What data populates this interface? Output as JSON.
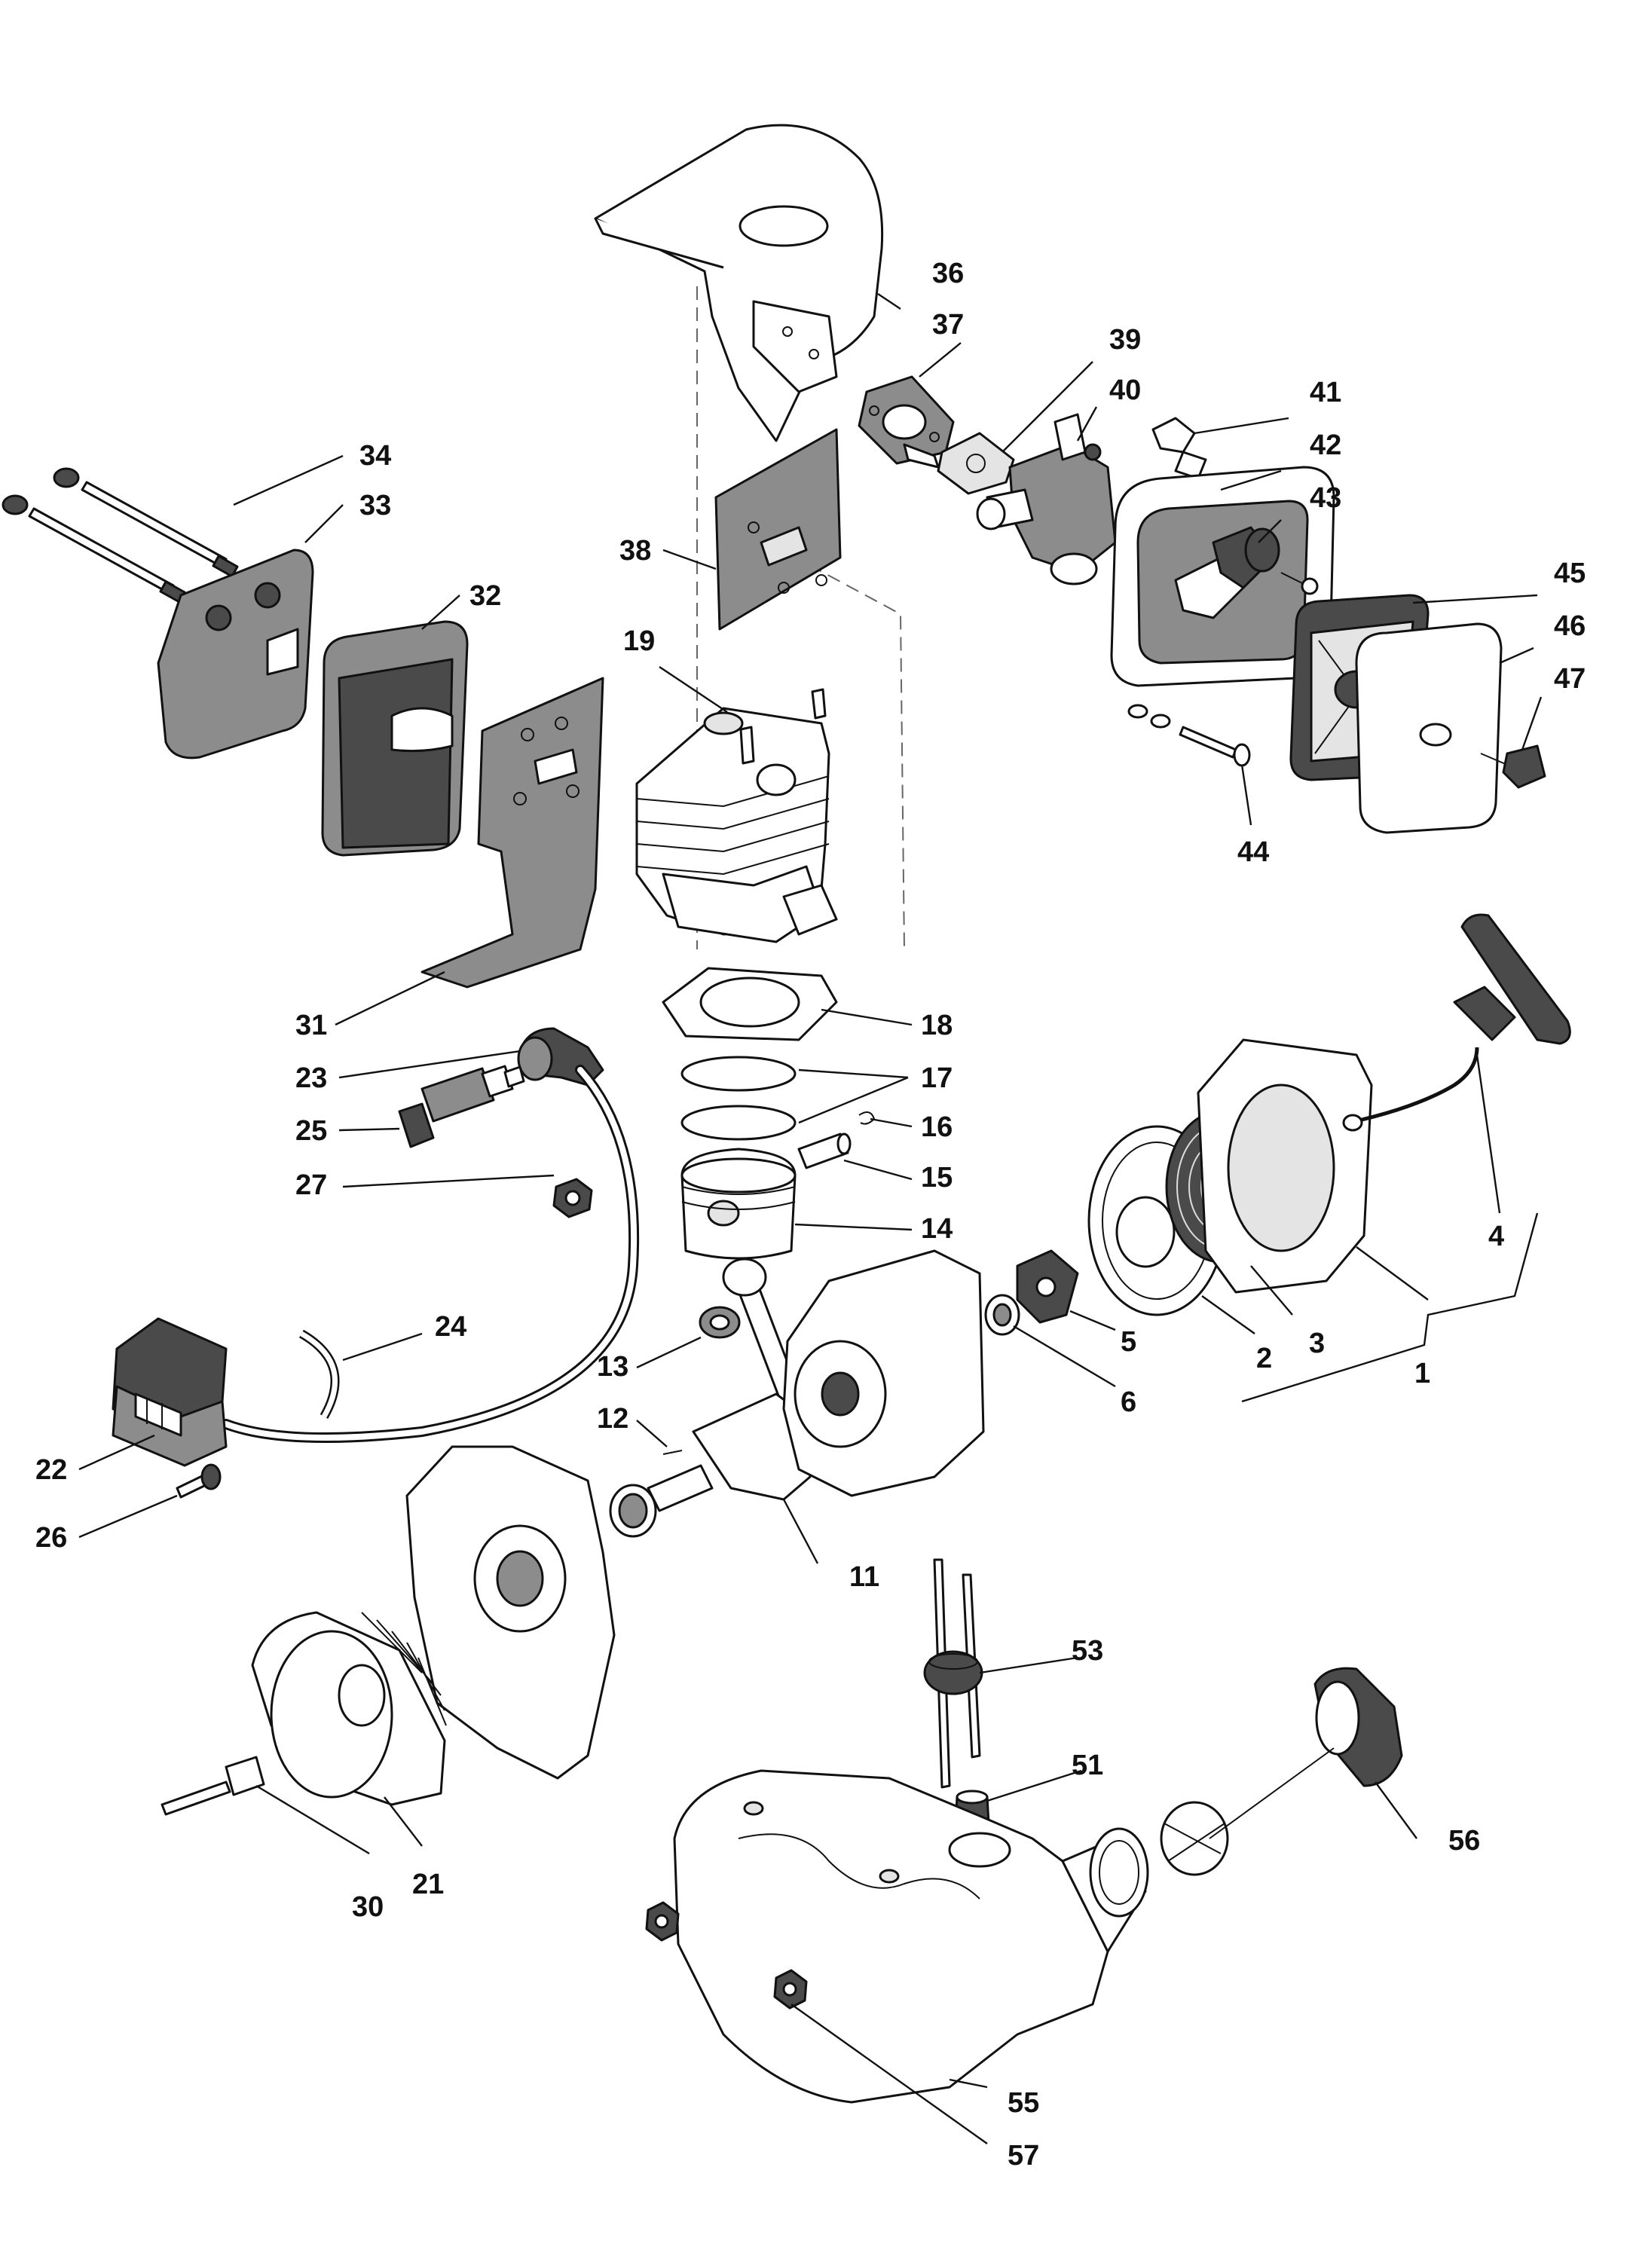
{
  "labels": {
    "l1": "1",
    "l2": "2",
    "l3": "3",
    "l4": "4",
    "l5": "5",
    "l6": "6",
    "l11": "11",
    "l12": "12",
    "l13": "13",
    "l14": "14",
    "l15": "15",
    "l16": "16",
    "l17": "17",
    "l18": "18",
    "l19": "19",
    "l21": "21",
    "l22": "22",
    "l23": "23",
    "l24": "24",
    "l25": "25",
    "l26": "26",
    "l27": "27",
    "l30": "30",
    "l31": "31",
    "l32": "32",
    "l33": "33",
    "l34": "34",
    "l36": "36",
    "l37": "37",
    "l38": "38",
    "l39": "39",
    "l40": "40",
    "l41": "41",
    "l42": "42",
    "l43": "43",
    "l44": "44",
    "l45": "45",
    "l46": "46",
    "l47": "47",
    "l51": "51",
    "l53": "53",
    "l55": "55",
    "l56": "56",
    "l57": "57"
  },
  "colors": {
    "line": "#111111",
    "part_fill": "#ffffff",
    "shaded": "#8c8c8c",
    "dark": "#4a4a4a"
  }
}
